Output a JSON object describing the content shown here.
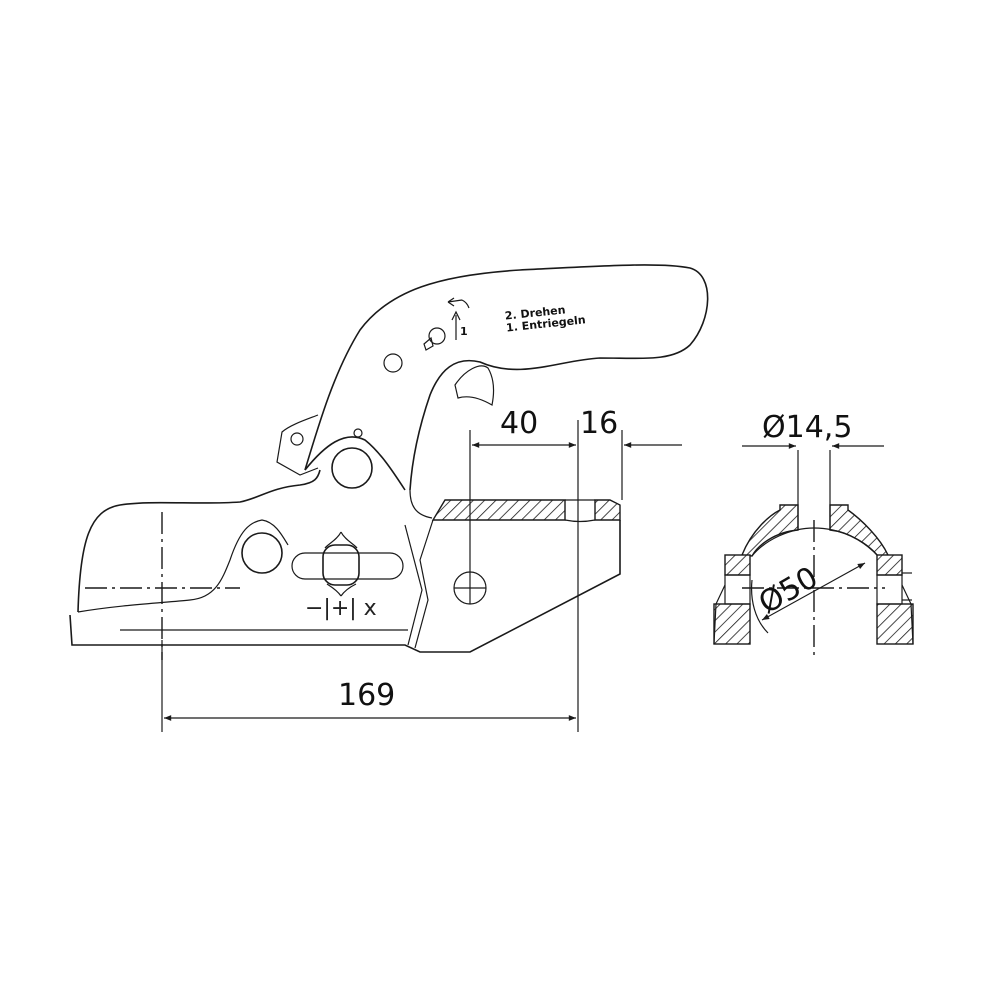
{
  "drawing": {
    "subject": "ball coupling head",
    "handle_labels": {
      "line1": "2. Drehen",
      "line2": "1. Entriegeln",
      "arrow_number": "1"
    },
    "wear_indicator": {
      "symbol": "−|+| x"
    },
    "dimensions": {
      "length": "169",
      "hole_offset": "40",
      "plate_thickness": "16",
      "bolt_hole_diameter": "Ø14,5",
      "ball_diameter": "Ø50"
    },
    "colors": {
      "line": "#1a1a1a",
      "background": "#ffffff"
    }
  }
}
